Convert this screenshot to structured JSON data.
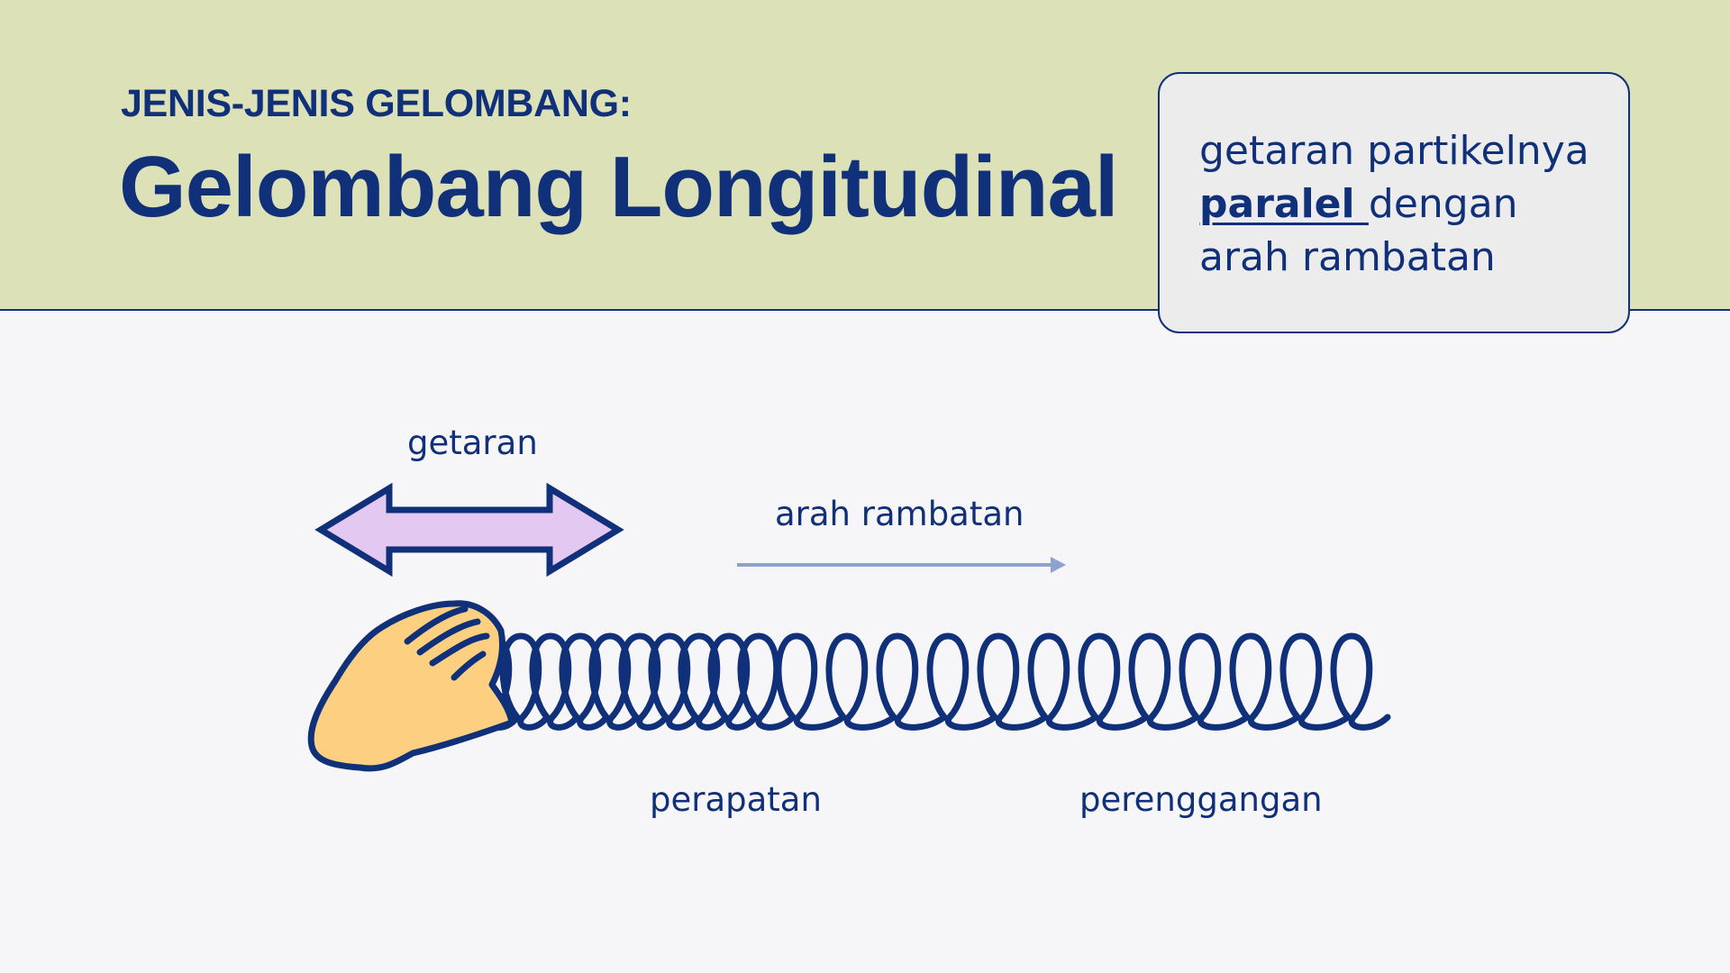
{
  "header": {
    "subtitle": "JENIS-JENIS GELOMBANG:",
    "title": "Gelombang Longitudinal"
  },
  "definition": {
    "line1": "getaran partikelnya",
    "keyword": "paralel ",
    "line2_rest": "dengan",
    "line3": "arah rambatan"
  },
  "diagram": {
    "vibration_label": "getaran",
    "propagation_label": "arah rambatan",
    "compression_label": "perapatan",
    "rarefaction_label": "perenggangan",
    "icons": [
      "double-arrow-icon",
      "right-arrow-icon",
      "hand-icon",
      "spring-coil"
    ]
  },
  "colors": {
    "navy": "#11307a",
    "header_band": "#dde1b8",
    "background": "#f6f6f8",
    "card": "#ececec",
    "arrow_fill": "#e3c8f1",
    "hand_fill": "#fdd081",
    "propagation_arrow": "#8ea2d1"
  }
}
